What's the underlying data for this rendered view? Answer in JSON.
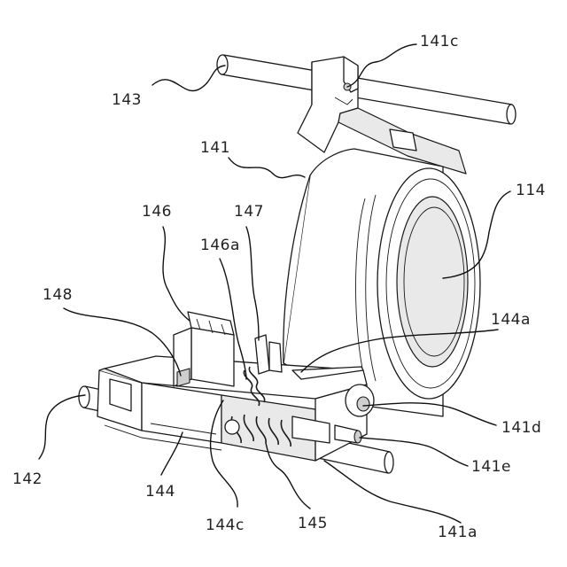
{
  "figure": {
    "labels": {
      "l143": "143",
      "l141c": "141c",
      "l141": "141",
      "l114": "114",
      "l146": "146",
      "l147": "147",
      "l146a": "146a",
      "l148": "148",
      "l144a": "144a",
      "l141d": "141d",
      "l141e": "141e",
      "l142": "142",
      "l144": "144",
      "l144c": "144c",
      "l145": "145",
      "l141a": "141a"
    }
  }
}
